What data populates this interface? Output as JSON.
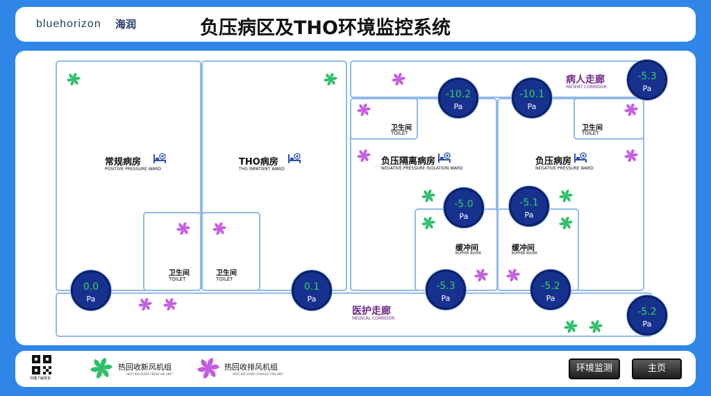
{
  "header": {
    "brand": "bluehorizon",
    "brand_cn": "海润",
    "title": "负压病区及THO环境监控系统"
  },
  "rooms": {
    "positive_ward": {
      "cn": "常规病房",
      "en": "POSITIVE PRESSURE WARD"
    },
    "tho_ward": {
      "cn": "THO病房",
      "en": "THO INPATIENT WARD"
    },
    "neg_iso_ward": {
      "cn": "负压隔离病房",
      "en": "NEGATIVE PRESSURE ISOLATION WARD"
    },
    "neg_ward": {
      "cn": "负压病房",
      "en": "NEGATIVE PRESSURE WARD"
    },
    "toilet_cn": "卫生间",
    "toilet_en": "TOILET",
    "buffer_cn": "缓冲间",
    "buffer_en": "BUFFER ROOM",
    "patient_corridor": {
      "cn": "病人走廊",
      "en": "PATIENT CORRIDOR"
    },
    "medical_corridor": {
      "cn": "医护走廊",
      "en": "MEDICAL CORRIDOR"
    }
  },
  "gauges": {
    "unit": "Pa",
    "positive_ward": "0.0",
    "tho_ward": "0.1",
    "patient_corridor": "-5.3",
    "neg_iso_ward": "-10.2",
    "neg_ward": "-10.1",
    "buffer_left_top": "-5.0",
    "buffer_right_top": "-5.1",
    "buffer_left_bottom": "-5.3",
    "buffer_right_bottom": "-5.2",
    "medical_corridor": "-5.2"
  },
  "legend": {
    "qr_caption": "扫描了解更多",
    "fresh_cn": "热回收新风机组",
    "fresh_en": "HEAT RECOVERY FRESH AIR UNIT",
    "exhaust_cn": "热回收排风机组",
    "exhaust_en": "HEAT RECOVERY EXHAUST FAN UNIT"
  },
  "buttons": {
    "env_monitor": "环境监测",
    "home": "主页"
  },
  "colors": {
    "background": "#2f86e8",
    "fresh_fan": "#2fbf6a",
    "exhaust_fan": "#c45ce0",
    "gauge": "#17318f",
    "wall": "#8fb9ec"
  },
  "icons": {
    "fresh_fan": "green-pinwheel-fan-icon",
    "exhaust_fan": "purple-pinwheel-fan-icon",
    "bed": "hospital-bed-icon"
  }
}
